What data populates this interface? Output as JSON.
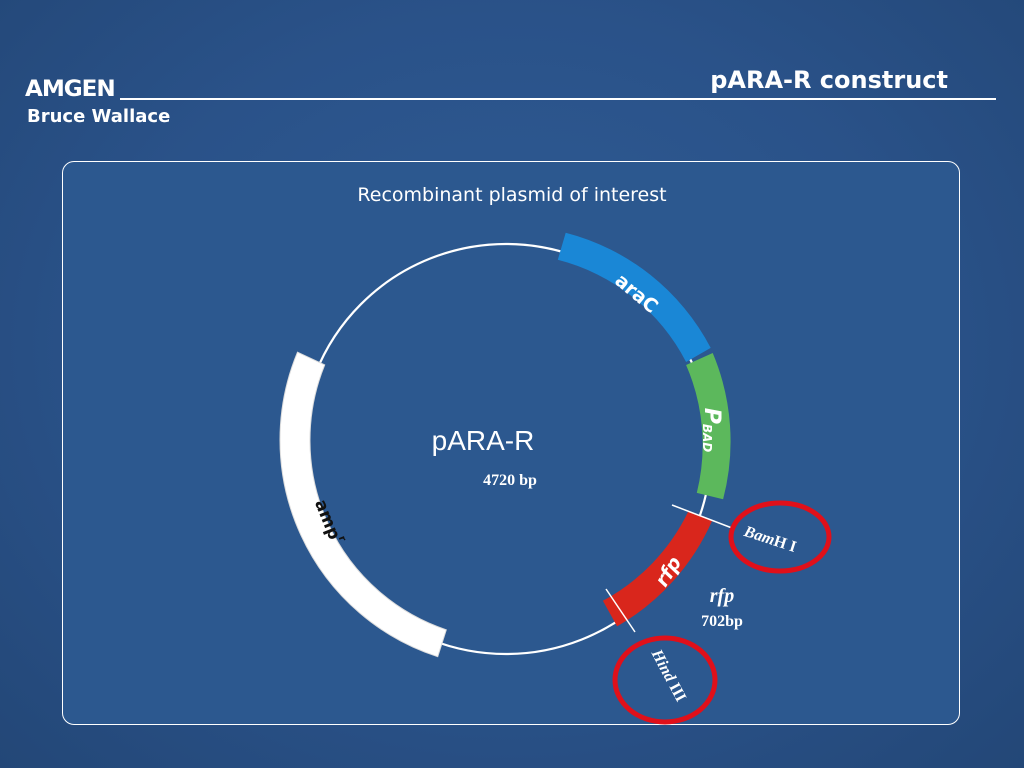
{
  "header": {
    "logo_text": "AMGEN",
    "author": "Bruce Wallace",
    "title": "pARA-R construct"
  },
  "diagram": {
    "caption": "Recombinant plasmid of interest",
    "plasmid_name": "pARA-R",
    "plasmid_size": "4720 bp",
    "genes": {
      "araC": "araC",
      "pbad_p": "P",
      "pbad_sub": "BAD",
      "rfp": "rfp",
      "amp": "amp",
      "amp_sup": "r"
    },
    "insert": {
      "name": "rfp",
      "size": "702bp"
    },
    "restriction_sites": {
      "bamhi_italic": "Bam",
      "bamhi_rest": "H I",
      "hindiii_italic": "Hind",
      "hindiii_rest": " III"
    },
    "colors": {
      "background": "#2a5289",
      "araC": "#1a87d6",
      "pBAD": "#5cb85c",
      "rfp": "#d9261c",
      "amp": "#ffffff",
      "highlight_circle": "#e0101a"
    }
  }
}
